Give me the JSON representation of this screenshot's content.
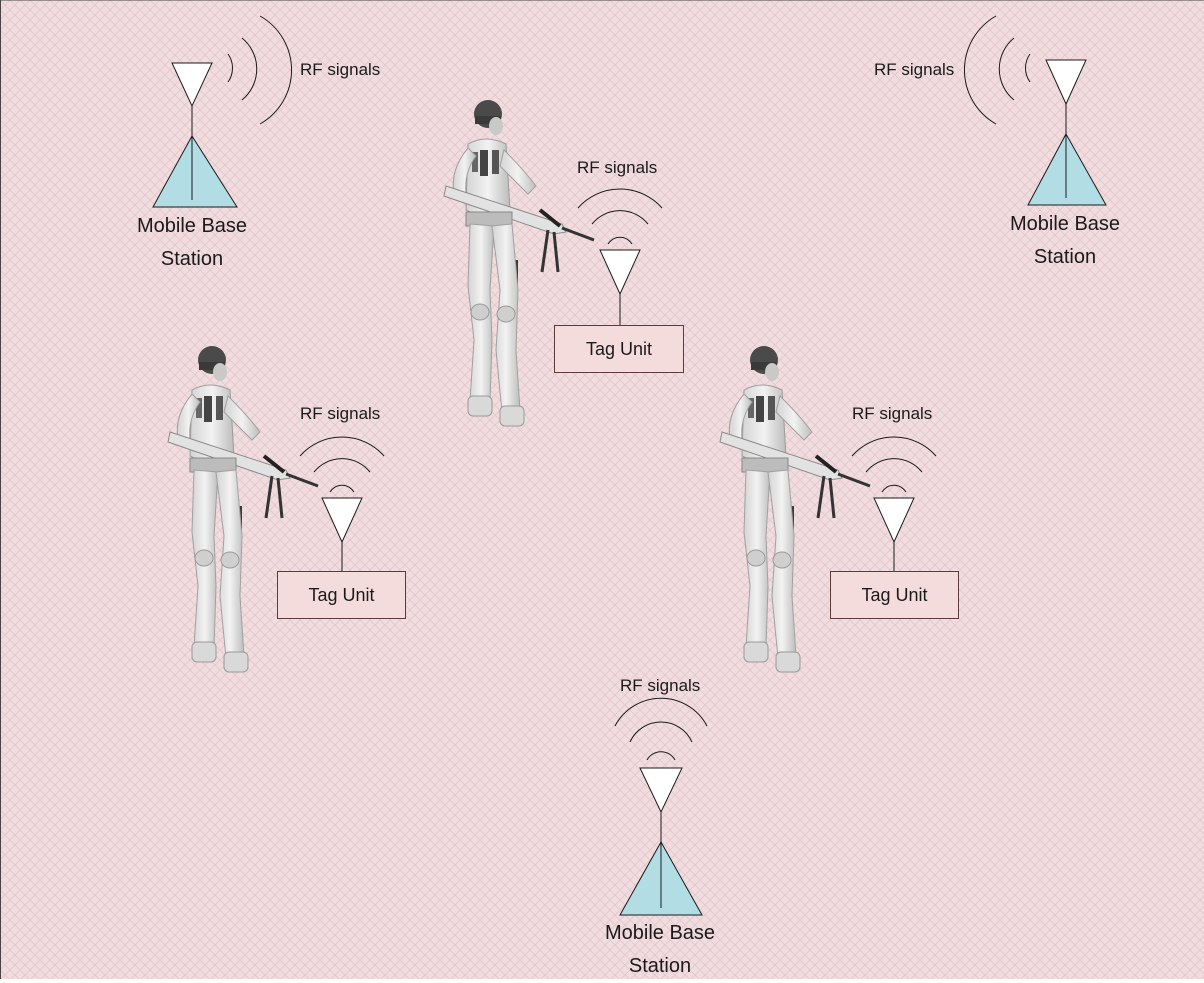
{
  "colors": {
    "background": "#f1dde0",
    "hatch": "#e2c6ca",
    "station_fill": "#b3dde5",
    "tag_fill": "#f5dcdc",
    "stroke": "#1a1a1a"
  },
  "labels": {
    "rf_signals": "RF signals",
    "base_station_line1": "Mobile Base",
    "base_station_line2": "Station",
    "tag_unit": "Tag Unit"
  },
  "base_stations": [
    {
      "id": "top-left",
      "wave_direction": "right"
    },
    {
      "id": "top-right",
      "wave_direction": "left"
    },
    {
      "id": "bottom-center",
      "wave_direction": "up"
    }
  ],
  "tag_units": [
    {
      "id": "center-top",
      "soldier": "soldier-icon"
    },
    {
      "id": "left",
      "soldier": "soldier-icon"
    },
    {
      "id": "right",
      "soldier": "soldier-icon"
    }
  ]
}
